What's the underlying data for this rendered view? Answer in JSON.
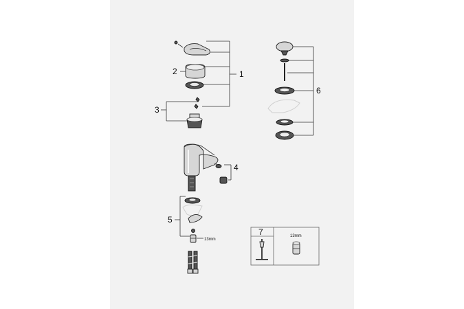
{
  "callouts": {
    "c1": "1",
    "c2": "2",
    "c3": "3",
    "c4": "4",
    "c5": "5",
    "c6": "6",
    "c7": "7"
  },
  "dimensions": {
    "nut_size": "13mm",
    "tool_size": "13mm"
  },
  "icons": [
    "handle-icon",
    "cartridge-icon",
    "spout-icon",
    "hose-icon",
    "drain-plug-icon",
    "wrench-icon",
    "socket-icon"
  ]
}
